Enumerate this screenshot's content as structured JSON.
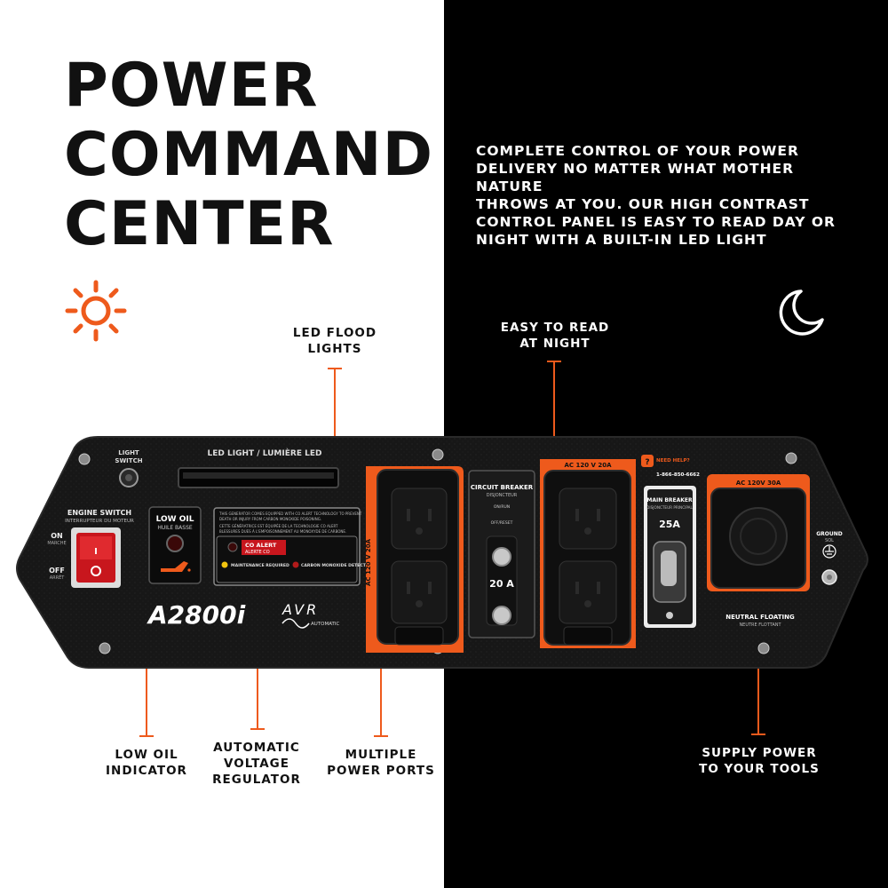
{
  "headline": [
    "POWER",
    "COMMAND",
    "CENTER"
  ],
  "description": [
    "COMPLETE CONTROL OF YOUR POWER",
    "DELIVERY NO MATTER WHAT MOTHER NATURE",
    "THROWS AT YOU. OUR HIGH CONTRAST",
    "CONTROL PANEL IS EASY TO READ DAY OR",
    "NIGHT WITH A BUILT-IN LED LIGHT"
  ],
  "icons": {
    "day": "sun-icon",
    "night": "moon-icon"
  },
  "colors": {
    "accent": "#ee5a1c",
    "panel": "#161616",
    "left_bg": "#ffffff",
    "right_bg": "#000000"
  },
  "callouts": {
    "led": [
      "LED FLOOD",
      "LIGHTS"
    ],
    "night": [
      "EASY TO READ",
      "AT NIGHT"
    ],
    "low_oil": [
      "LOW OIL",
      "INDICATOR"
    ],
    "avr": [
      "AUTOMATIC",
      "VOLTAGE",
      "REGULATOR"
    ],
    "ports": [
      "MULTIPLE",
      "POWER PORTS"
    ],
    "supply": [
      "SUPPLY POWER",
      "TO YOUR TOOLS"
    ]
  },
  "panel": {
    "light_switch": [
      "LIGHT",
      "SWITCH"
    ],
    "led_light": "LED LIGHT / LUMIÈRE LED",
    "engine_switch": [
      "ENGINE SWITCH",
      "INTERRUPTEUR DU MOTEUR"
    ],
    "on": "ON",
    "on_fr": "MARCHE",
    "off": "OFF",
    "off_fr": "ARRÊT",
    "low_oil": [
      "LOW OIL",
      "HUILE BASSE"
    ],
    "co_alert": [
      "CO ALERT",
      "ALERTE CO"
    ],
    "maintenance": "MAINTENANCE REQUIRED",
    "co_detected": "CARBON MONOXIDE DETECTED",
    "model": "A2800i",
    "avr": "AVR",
    "avr_sub": "AUTOMATIC",
    "outlet_label_left": "AC 120 V 20A",
    "circuit_breaker": [
      "CIRCUIT BREAKER",
      "DISJONCTEUR"
    ],
    "cb_on": "ON/RUN",
    "cb_off": "OFF/RESET",
    "breaker_amps": "20 A",
    "outlet_label_right": "AC 120 V 20A",
    "need_help": [
      "NEED HELP?",
      "1-866-850-6662"
    ],
    "main_breaker": [
      "MAIN BREAKER",
      "DISJONCTEUR PRINCIPAL"
    ],
    "main_amps": "25A",
    "outlet_30a": "AC 120V 30A",
    "neutral": [
      "NEUTRAL FLOATING",
      "NEUTRE FLOTTANT"
    ],
    "ground": [
      "GROUND",
      "SOL"
    ]
  }
}
